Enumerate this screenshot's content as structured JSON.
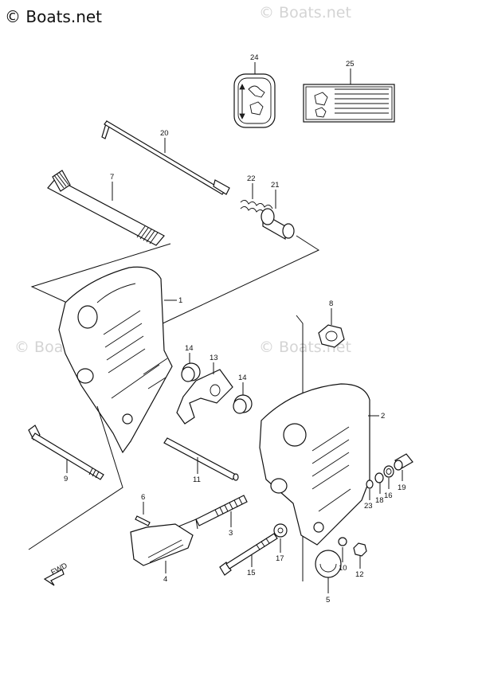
{
  "watermark": {
    "main": "© Boats.net",
    "faint": [
      "© Boats.net",
      "© Boats.net",
      "© Boats.net"
    ]
  },
  "callouts": [
    {
      "id": "c24",
      "text": "24"
    },
    {
      "id": "c25",
      "text": "25"
    },
    {
      "id": "c20",
      "text": "20"
    },
    {
      "id": "c7",
      "text": "7"
    },
    {
      "id": "c22",
      "text": "22"
    },
    {
      "id": "c21",
      "text": "21"
    },
    {
      "id": "c1",
      "text": "1"
    },
    {
      "id": "c8",
      "text": "8"
    },
    {
      "id": "c14a",
      "text": "14"
    },
    {
      "id": "c13",
      "text": "13"
    },
    {
      "id": "c14b",
      "text": "14"
    },
    {
      "id": "c2",
      "text": "2"
    },
    {
      "id": "c9",
      "text": "9"
    },
    {
      "id": "c11",
      "text": "11"
    },
    {
      "id": "c23",
      "text": "23"
    },
    {
      "id": "c18",
      "text": "18"
    },
    {
      "id": "c16",
      "text": "16"
    },
    {
      "id": "c19",
      "text": "19"
    },
    {
      "id": "c6",
      "text": "6"
    },
    {
      "id": "c3",
      "text": "3"
    },
    {
      "id": "c17",
      "text": "17"
    },
    {
      "id": "c10",
      "text": "10"
    },
    {
      "id": "c15",
      "text": "15"
    },
    {
      "id": "c12",
      "text": "12"
    },
    {
      "id": "c4",
      "text": "4"
    },
    {
      "id": "c5",
      "text": "5"
    }
  ],
  "fwd_label": "FWD",
  "colors": {
    "line": "#111111",
    "watermark": "#d4d4d4"
  }
}
